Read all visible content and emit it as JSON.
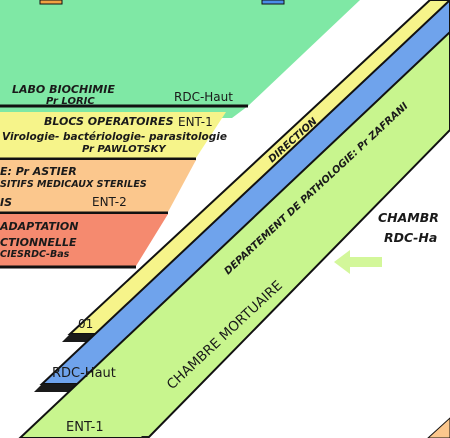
{
  "colors": {
    "green_zone": "#7fe8a5",
    "yellow_band": "#f6f48a",
    "blue_band": "#6fa3ec",
    "lime_band": "#c8f58e",
    "peach_band": "#fbc78d",
    "salmon_band": "#f58a6f",
    "arrow": "#d3f79a",
    "orange_tab": "#f2a142",
    "blue_tab": "#4a8de8",
    "outline": "#111111"
  },
  "labels": {
    "labo_biochimie": "LABO BIOCHIMIE",
    "pr_loric": "Pr LORIC",
    "rdc_haut_top": "RDC-Haut",
    "blocs_operatoires": "BLOCS OPERATOIRES",
    "ent1_top": "ENT-1",
    "virologie": "Virologie- bactériologie- parasitologie",
    "pr_pawlotsky": "Pr PAWLOTSKY",
    "pr_astier": "E: Pr ASTIER",
    "dispositifs": "SITIFS MEDICAUX STERILES",
    "is_fragment": "IS",
    "ent2": "ENT-2",
    "adaptation": "ADAPTATION",
    "fonctionnelle": "CTIONNELLE",
    "ces_rdc_bas": "CIESRDC-Bas",
    "direction": "DIRECTION",
    "dept_pathologie": "DEPARTEMENT DE PATHOLOGIE: Pr ZAFRANI",
    "chambre_mortuaire": "CHAMBRE MORTUAIRE",
    "chambre_right": "CHAMBR",
    "rdc_haut_right": "RDC-Ha",
    "floor_01": "01",
    "floor_rdc_haut": "RDC-Haut",
    "floor_ent1": "ENT-1"
  }
}
